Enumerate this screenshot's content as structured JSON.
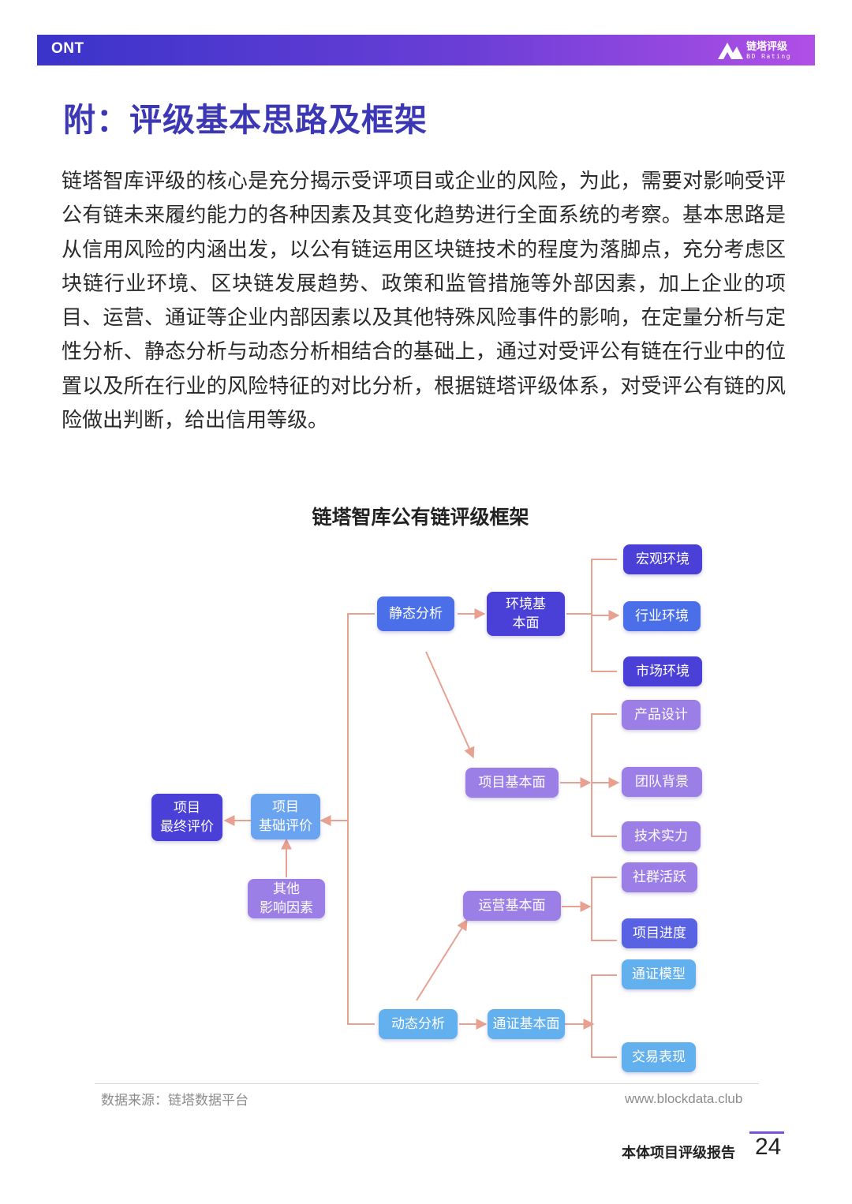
{
  "header": {
    "label": "ONT",
    "logo_cn": "链塔评级",
    "logo_en": "BD Rating"
  },
  "page_title": "附：评级基本思路及框架",
  "body_text": "链塔智库评级的核心是充分揭示受评项目或企业的风险，为此，需要对影响受评公有链未来履约能力的各种因素及其变化趋势进行全面系统的考察。基本思路是从信用风险的内涵出发，以公有链运用区块链技术的程度为落脚点，充分考虑区块链行业环境、区块链发展趋势、政策和监管措施等外部因素，加上企业的项目、运营、通证等企业内部因素以及其他特殊风险事件的影响，在定量分析与定性分析、静态分析与动态分析相结合的基础上，通过对受评公有链在行业中的位置以及所在行业的风险特征的对比分析，根据链塔评级体系，对受评公有链的风险做出判断，给出信用等级。",
  "diagram": {
    "title": "链塔智库公有链评级框架",
    "nodes": {
      "final": "项目\n最终评价",
      "base": "项目\n基础评价",
      "other": "其他\n影响因素",
      "static": "静态分析",
      "env_base": "环境基\n本面",
      "macro": "宏观环境",
      "industry": "行业环境",
      "market": "市场环境",
      "project_base": "项目基本面",
      "product": "产品设计",
      "team": "团队背景",
      "tech": "技术实力",
      "ops_base": "运营基本面",
      "community": "社群活跃",
      "progress": "项目进度",
      "dynamic": "动态分析",
      "token_base": "通证基本面",
      "token_model": "通证模型",
      "trading": "交易表现"
    },
    "colors": {
      "arrow": "#e8a090",
      "dark": "#4a3fd6",
      "accent": "#3b37b5"
    }
  },
  "footer": {
    "source": "数据来源：链塔数据平台",
    "site": "www.blockdata.club",
    "report_name": "本体项目评级报告",
    "page_number": "24"
  }
}
